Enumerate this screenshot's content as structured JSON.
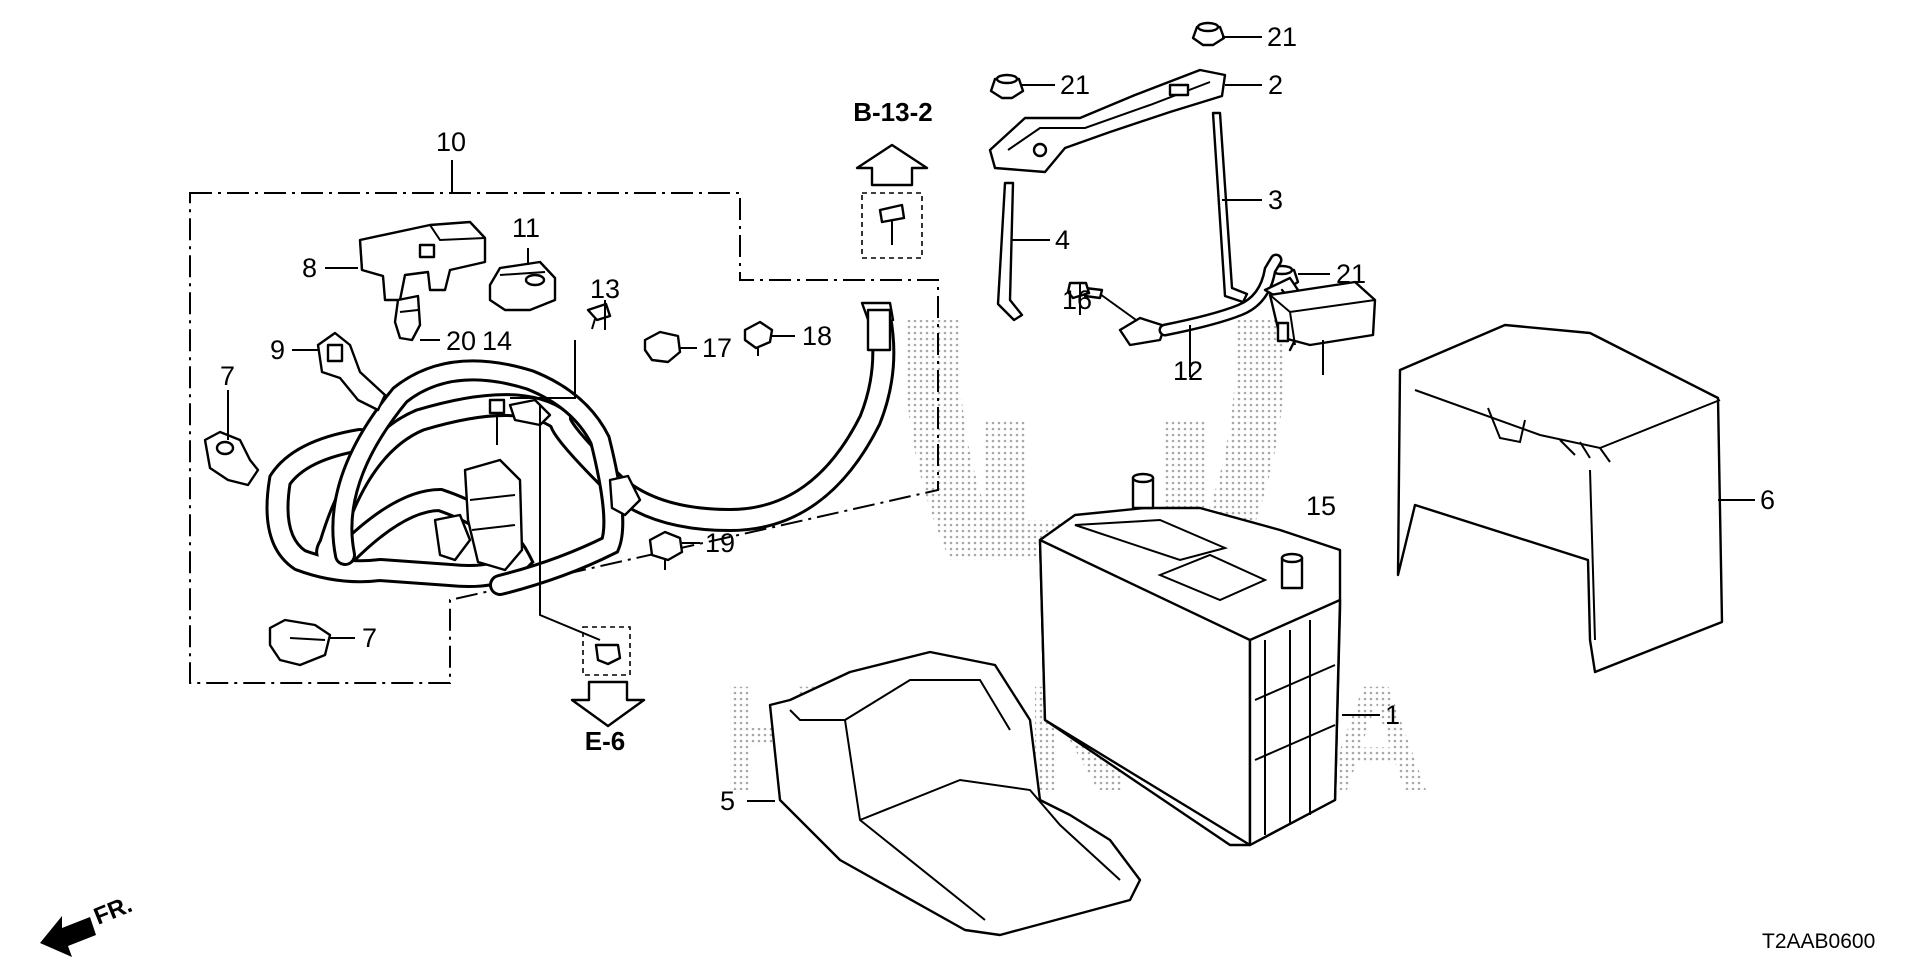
{
  "diagram_code": "T2AAB0600",
  "direction_label": "FR.",
  "references": {
    "upper": "B-13-2",
    "lower": "E-6"
  },
  "watermark_text": "HONDA",
  "callouts": {
    "c1": "1",
    "c2": "2",
    "c3": "3",
    "c4": "4",
    "c5": "5",
    "c6": "6",
    "c7a": "7",
    "c7b": "7",
    "c8": "8",
    "c9": "9",
    "c10": "10",
    "c11": "11",
    "c12": "12",
    "c13": "13",
    "c14": "14",
    "c15": "15",
    "c16": "16",
    "c17": "17",
    "c18": "18",
    "c19": "19",
    "c20": "20",
    "c21a": "21",
    "c21b": "21",
    "c21c": "21"
  }
}
